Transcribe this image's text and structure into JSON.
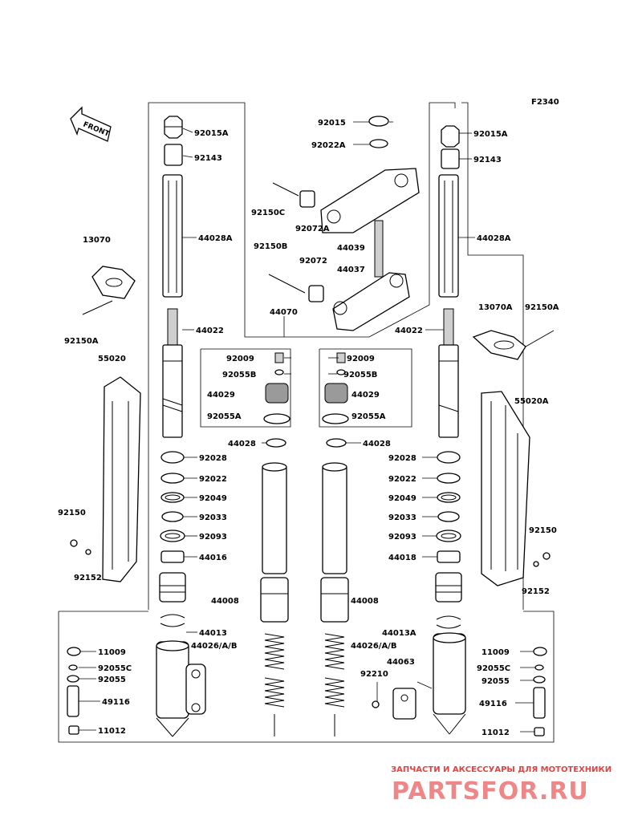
{
  "figure_id": "F2340",
  "front_label": "FRONT",
  "left_callouts": [
    {
      "id": "l-92015A",
      "text": "92015A"
    },
    {
      "id": "l-92143",
      "text": "92143"
    },
    {
      "id": "l-44028A",
      "text": "44028A"
    },
    {
      "id": "l-13070",
      "text": "13070"
    },
    {
      "id": "l-92150A",
      "text": "92150A"
    },
    {
      "id": "l-44022",
      "text": "44022"
    },
    {
      "id": "l-55020",
      "text": "55020"
    },
    {
      "id": "l-92150",
      "text": "92150"
    },
    {
      "id": "l-92152",
      "text": "92152"
    },
    {
      "id": "l-92028",
      "text": "92028"
    },
    {
      "id": "l-92022",
      "text": "92022"
    },
    {
      "id": "l-92049",
      "text": "92049"
    },
    {
      "id": "l-92033",
      "text": "92033"
    },
    {
      "id": "l-92093",
      "text": "92093"
    },
    {
      "id": "l-44016",
      "text": "44016"
    },
    {
      "id": "l-44008",
      "text": "44008"
    },
    {
      "id": "l-44013",
      "text": "44013"
    },
    {
      "id": "l-44026AB",
      "text": "44026/A/B"
    },
    {
      "id": "l-11009",
      "text": "11009"
    },
    {
      "id": "l-92055C",
      "text": "92055C"
    },
    {
      "id": "l-92055",
      "text": "92055"
    },
    {
      "id": "l-49116",
      "text": "49116"
    },
    {
      "id": "l-11012",
      "text": "11012"
    }
  ],
  "center_callouts": [
    {
      "id": "c-92015",
      "text": "92015"
    },
    {
      "id": "c-92022A",
      "text": "92022A"
    },
    {
      "id": "c-92150C",
      "text": "92150C"
    },
    {
      "id": "c-92072A",
      "text": "92072A"
    },
    {
      "id": "c-92150B",
      "text": "92150B"
    },
    {
      "id": "c-44039",
      "text": "44039"
    },
    {
      "id": "c-92072",
      "text": "92072"
    },
    {
      "id": "c-44037",
      "text": "44037"
    },
    {
      "id": "c-44070",
      "text": "44070"
    },
    {
      "id": "c-92009L",
      "text": "92009"
    },
    {
      "id": "c-92055BL",
      "text": "92055B"
    },
    {
      "id": "c-44029L",
      "text": "44029"
    },
    {
      "id": "c-92055AL",
      "text": "92055A"
    },
    {
      "id": "c-92009R",
      "text": "92009"
    },
    {
      "id": "c-92055BR",
      "text": "92055B"
    },
    {
      "id": "c-44029R",
      "text": "44029"
    },
    {
      "id": "c-92055AR",
      "text": "92055A"
    },
    {
      "id": "c-44028L",
      "text": "44028"
    },
    {
      "id": "c-44028R",
      "text": "44028"
    },
    {
      "id": "c-44008R",
      "text": "44008"
    },
    {
      "id": "c-44026ABR",
      "text": "44026/A/B"
    },
    {
      "id": "c-44063",
      "text": "44063"
    },
    {
      "id": "c-92210",
      "text": "92210"
    }
  ],
  "right_callouts": [
    {
      "id": "r-92015A",
      "text": "92015A"
    },
    {
      "id": "r-92143",
      "text": "92143"
    },
    {
      "id": "r-44028A",
      "text": "44028A"
    },
    {
      "id": "r-44022",
      "text": "44022"
    },
    {
      "id": "r-13070A",
      "text": "13070A"
    },
    {
      "id": "r-92150A",
      "text": "92150A"
    },
    {
      "id": "r-55020A",
      "text": "55020A"
    },
    {
      "id": "r-92150",
      "text": "92150"
    },
    {
      "id": "r-92152",
      "text": "92152"
    },
    {
      "id": "r-92028",
      "text": "92028"
    },
    {
      "id": "r-92022",
      "text": "92022"
    },
    {
      "id": "r-92049",
      "text": "92049"
    },
    {
      "id": "r-92033",
      "text": "92033"
    },
    {
      "id": "r-92093",
      "text": "92093"
    },
    {
      "id": "r-44018",
      "text": "44018"
    },
    {
      "id": "r-44013A",
      "text": "44013A"
    },
    {
      "id": "r-11009",
      "text": "11009"
    },
    {
      "id": "r-92055C",
      "text": "92055C"
    },
    {
      "id": "r-92055",
      "text": "92055"
    },
    {
      "id": "r-49116",
      "text": "49116"
    },
    {
      "id": "r-11012",
      "text": "11012"
    }
  ],
  "watermark": {
    "tagline": "ЗАПЧАСТИ И АКСЕССУАРЫ ДЛЯ МОТОТЕХНИКИ",
    "logo": "PARTSFOR.RU",
    "color": "#e07070"
  }
}
